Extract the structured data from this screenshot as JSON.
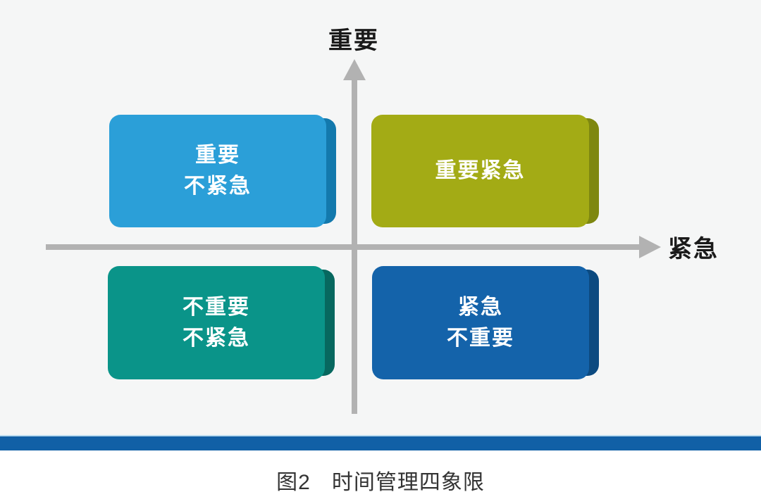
{
  "figure": {
    "caption_prefix": "图2",
    "caption_title": "时间管理四象限"
  },
  "axes": {
    "y_label": "重要",
    "x_label": "紧急",
    "line_color": "#b2b2b2"
  },
  "quadrants": [
    {
      "id": "important-not-urgent",
      "position": "top-left",
      "lines": [
        "重要",
        "不紧急"
      ],
      "face": "#2b9fd8",
      "side": "#1379ad"
    },
    {
      "id": "important-urgent",
      "position": "top-right",
      "lines": [
        "重要紧急"
      ],
      "face": "#a3ab15",
      "side": "#7e8710"
    },
    {
      "id": "not-important-not-urgent",
      "position": "bottom-left",
      "lines": [
        "不重要",
        "不紧急"
      ],
      "face": "#0a9489",
      "side": "#07685f"
    },
    {
      "id": "urgent-not-important",
      "position": "bottom-right",
      "lines": [
        "紧急",
        "不重要"
      ],
      "face": "#1463aa",
      "side": "#0c4a80"
    }
  ],
  "divider_bar_color": "#1160a6",
  "background_color": "#f5f6f6"
}
